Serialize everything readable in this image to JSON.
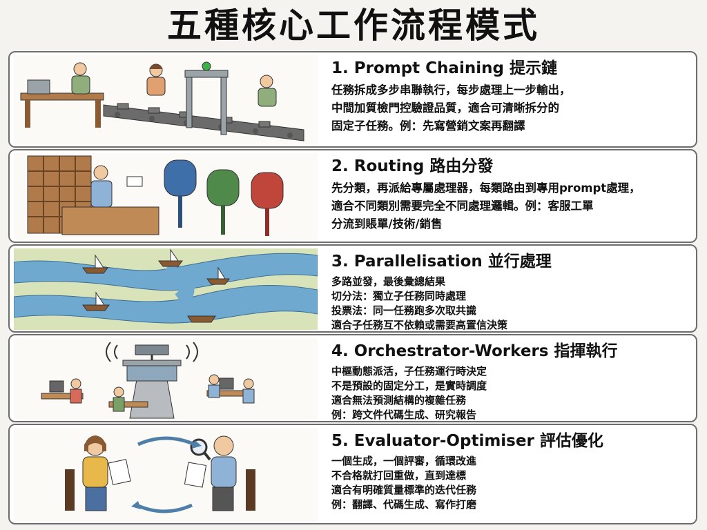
{
  "title": "五種核心工作流程模式",
  "patterns": [
    {
      "heading": "1. Prompt Chaining 提示鏈",
      "lines": [
        "任務拆成多步串聯執行，每步處理上一步輸出，",
        "中間加質檢門控驗證品質，適合可清晰拆分的",
        "固定子任務。例：先寫營銷文案再翻譯"
      ],
      "illustration": "assembly-line-workers"
    },
    {
      "heading": "2. Routing 路由分發",
      "lines": [
        "先分類，再派給專屬處理器，每類路由到專用prompt處理，",
        "適合不同類別需要完全不同處理邏輯。例：客服工單",
        "分流到賬單/技術/銷售"
      ],
      "illustration": "mail-sorter-mailboxes"
    },
    {
      "heading": "3. Parallelisation 並行處理",
      "lines": [
        "多路並發，最後彙總結果",
        "切分法：獨立子任務同時處理",
        "投票法：同一任務跑多次取共識",
        "適合子任務互不依賴或需要高置信決策"
      ],
      "illustration": "river-boats"
    },
    {
      "heading": "4. Orchestrator-Workers 指揮執行",
      "lines": [
        "中樞動態派活，子任務運行時決定",
        "不是預設的固定分工，是實時調度",
        "適合無法預測結構的複雜任務",
        "例：跨文件代碼生成、研究報告"
      ],
      "illustration": "control-tower-workers"
    },
    {
      "heading": "5. Evaluator-Optimiser 評估優化",
      "lines": [
        "一個生成，一個評審，循環改進",
        "不合格就打回重做，直到達標",
        "適合有明確質量標準的迭代任務",
        "例：翻譯、代碼生成、寫作打磨"
      ],
      "illustration": "writer-reviewer-loop"
    }
  ],
  "colors": {
    "panel_border": "#6d6d6d",
    "wood": "#b07a4a",
    "river": "#6fa9cf",
    "mailbox_blue": "#3f6fa8",
    "mailbox_green": "#4f8a4a",
    "mailbox_red": "#c0463c"
  }
}
